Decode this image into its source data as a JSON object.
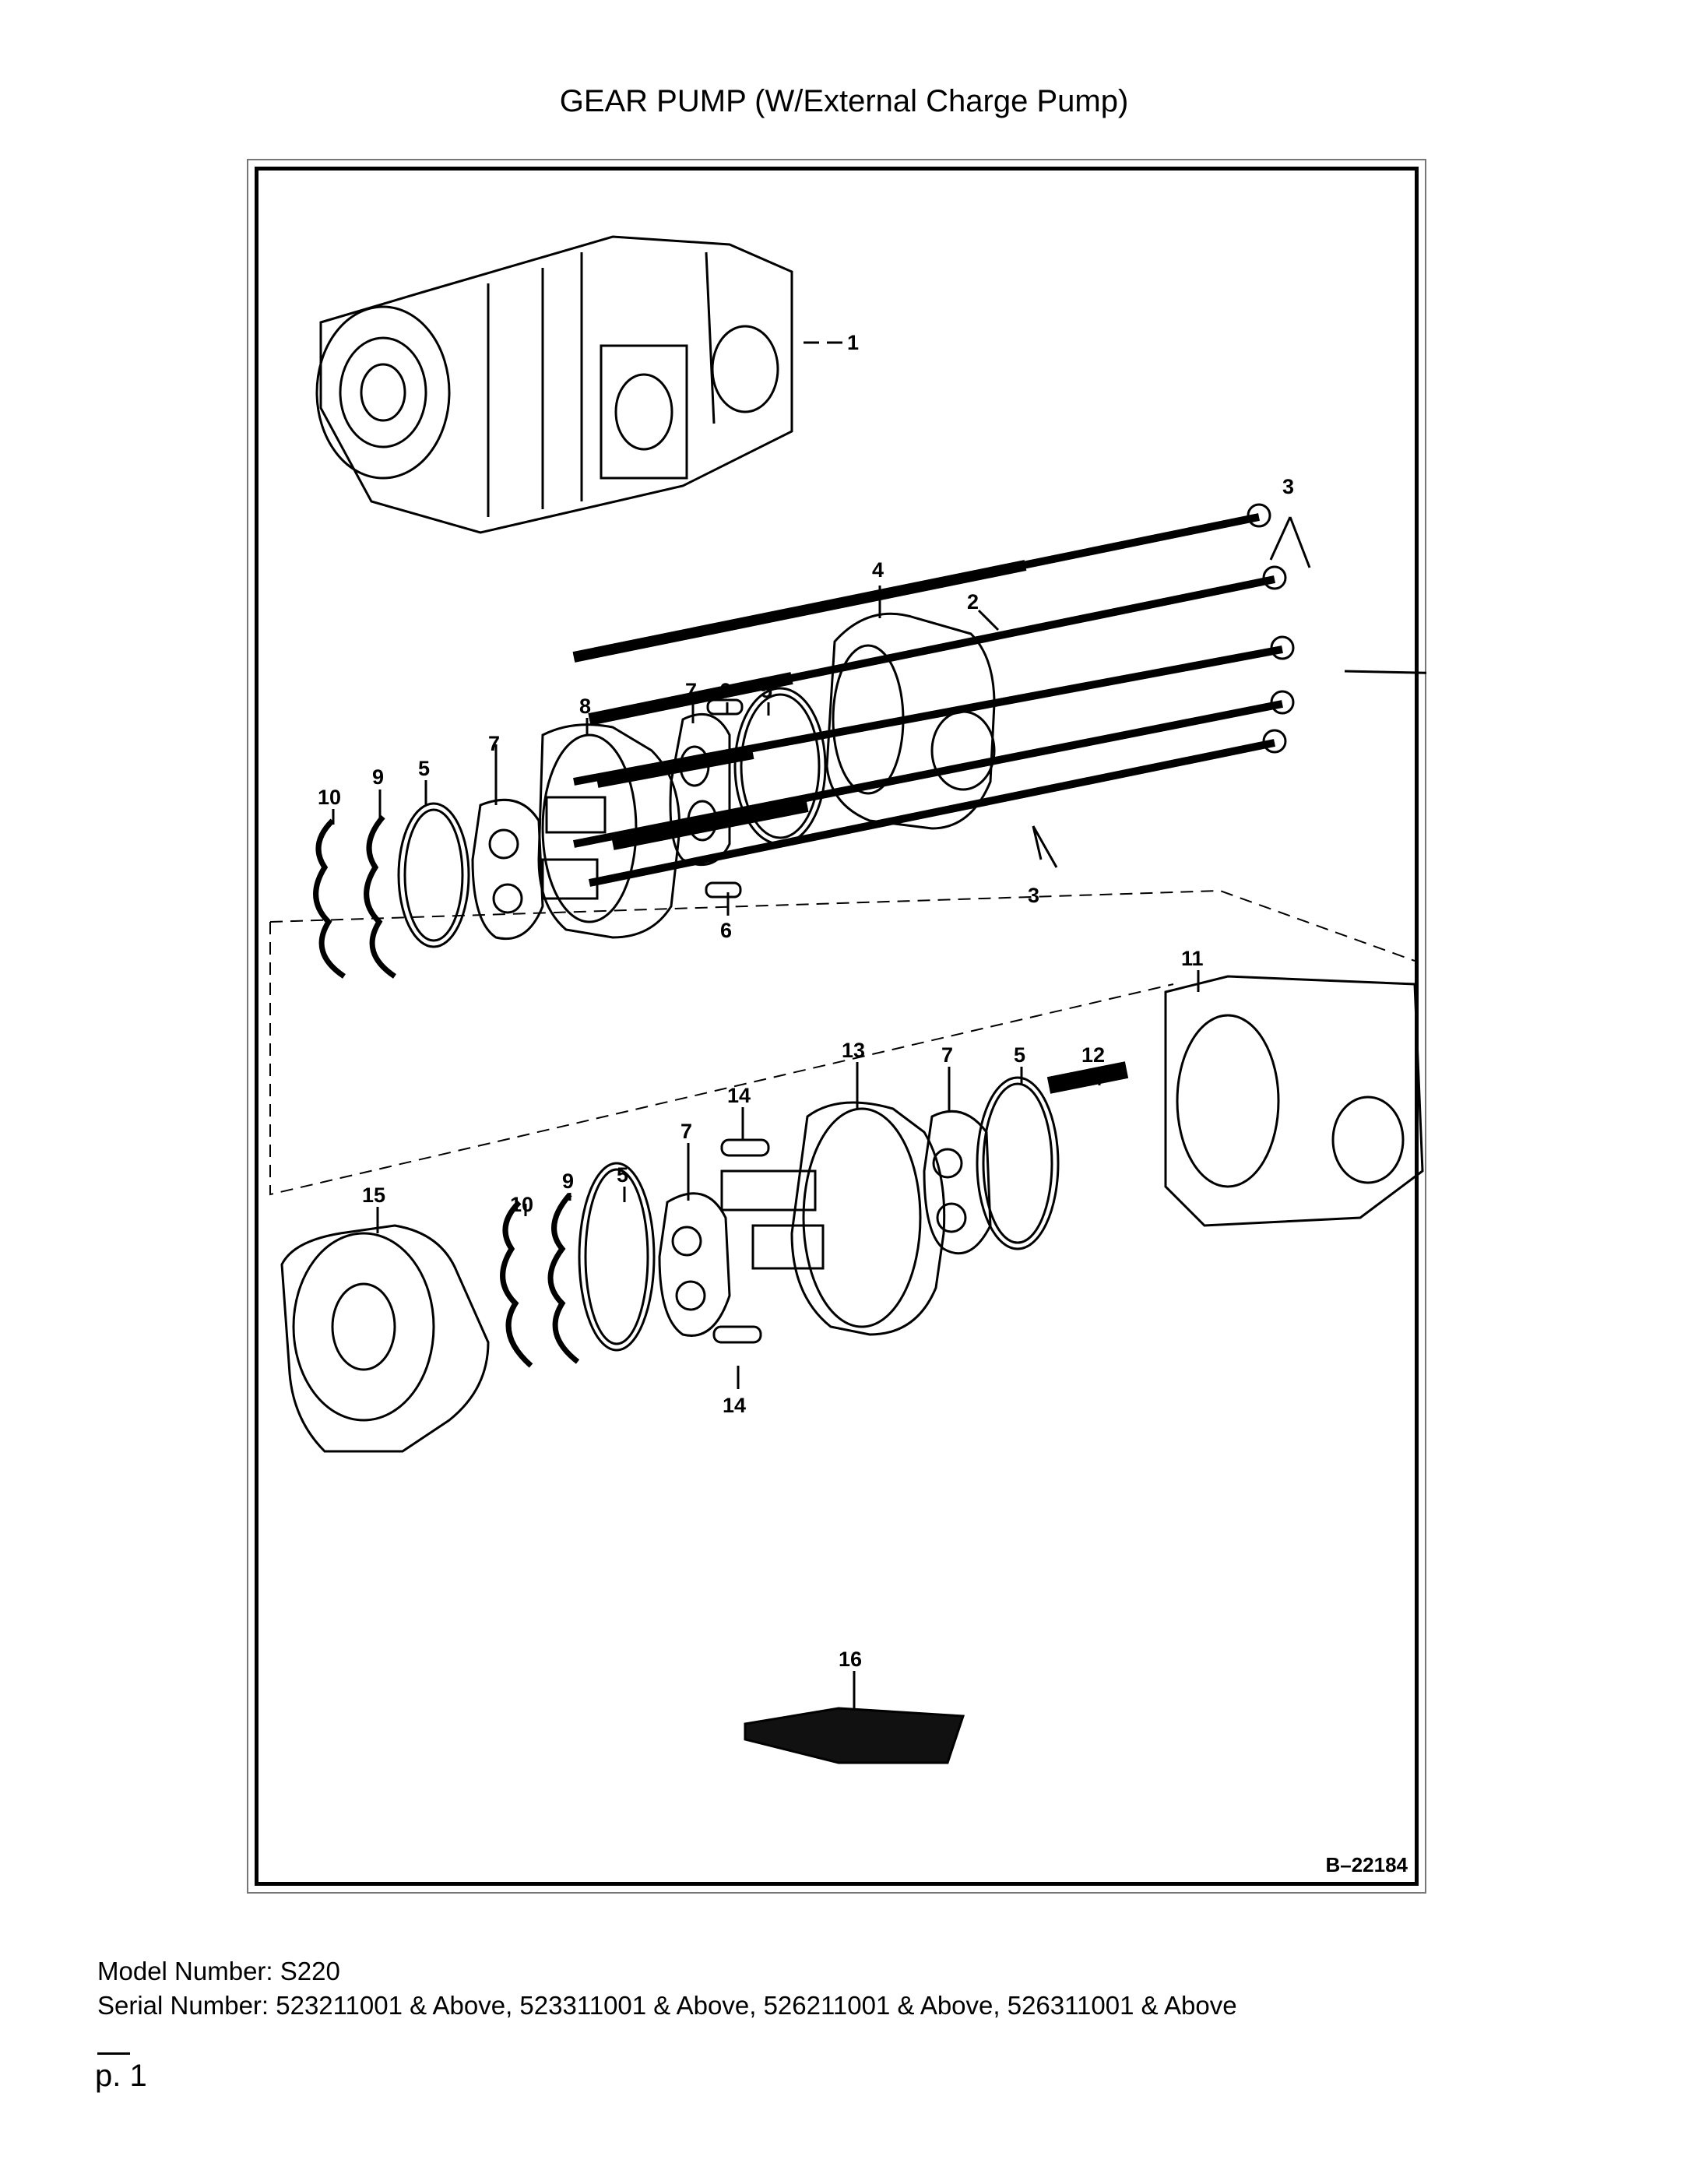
{
  "title": "GEAR PUMP (W/External Charge Pump)",
  "figure_ref": "B–22184",
  "callouts": [
    "1",
    "2",
    "2",
    "3",
    "3",
    "4",
    "5",
    "6",
    "6",
    "7",
    "8",
    "9",
    "10",
    "5",
    "7",
    "11",
    "12",
    "13",
    "7",
    "5",
    "14",
    "14",
    "15",
    "10",
    "9",
    "5",
    "7",
    "16"
  ],
  "model_line": "Model Number: S220",
  "serial_line": "Serial Number: 523211001 & Above, 523311001 & Above, 526211001 & Above, 526311001 & Above",
  "page_label": "p. 1"
}
